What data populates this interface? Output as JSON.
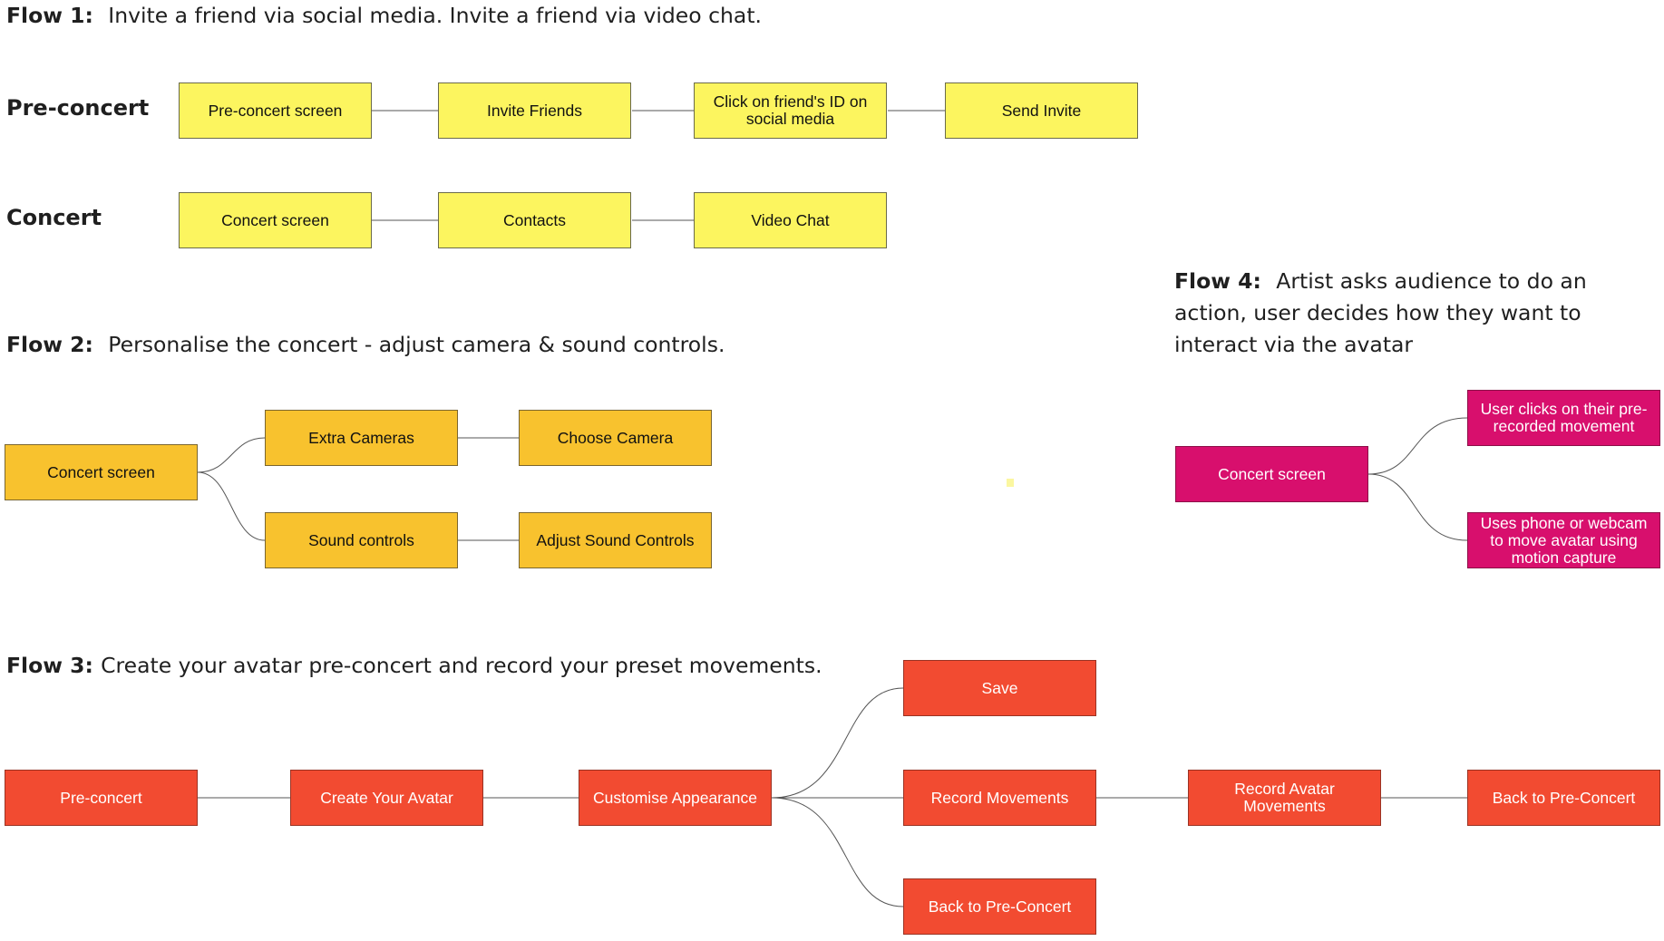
{
  "flows": {
    "flow1": {
      "label": "Flow 1:",
      "text": "Invite a friend via social media.  Invite a friend via video chat.",
      "rows": {
        "preconcert": {
          "label": "Pre-concert",
          "nodes": [
            "Pre-concert screen",
            "Invite Friends",
            "Click on friend's ID on social media",
            "Send Invite"
          ]
        },
        "concert": {
          "label": "Concert",
          "nodes": [
            "Concert screen",
            "Contacts",
            "Video Chat"
          ]
        }
      }
    },
    "flow2": {
      "label": "Flow 2:",
      "text": "Personalise the concert - adjust camera & sound controls.",
      "nodes": [
        "Concert screen",
        "Extra Cameras",
        "Choose Camera",
        "Sound controls",
        "Adjust Sound Controls"
      ]
    },
    "flow3": {
      "label": "Flow 3:",
      "text": "Create your avatar pre-concert and record your preset movements.",
      "nodes": [
        "Pre-concert",
        "Create Your Avatar",
        "Customise Appearance",
        "Save",
        "Record Movements",
        "Back to Pre-Concert",
        "Record Avatar Movements",
        "Back to Pre-Concert"
      ]
    },
    "flow4": {
      "label": "Flow 4:",
      "text": "Artist asks audience to do an action, user decides how they want to interact via the avatar",
      "nodes": [
        "Concert screen",
        "User clicks on their pre-recorded movement",
        "Uses phone or webcam to move avatar using motion capture"
      ]
    }
  },
  "colors": {
    "flow1": "#fcf55f",
    "flow2": "#f8c22e",
    "flow3": "#f24b31",
    "flow4": "#d80f6d",
    "connector": "#555555"
  }
}
